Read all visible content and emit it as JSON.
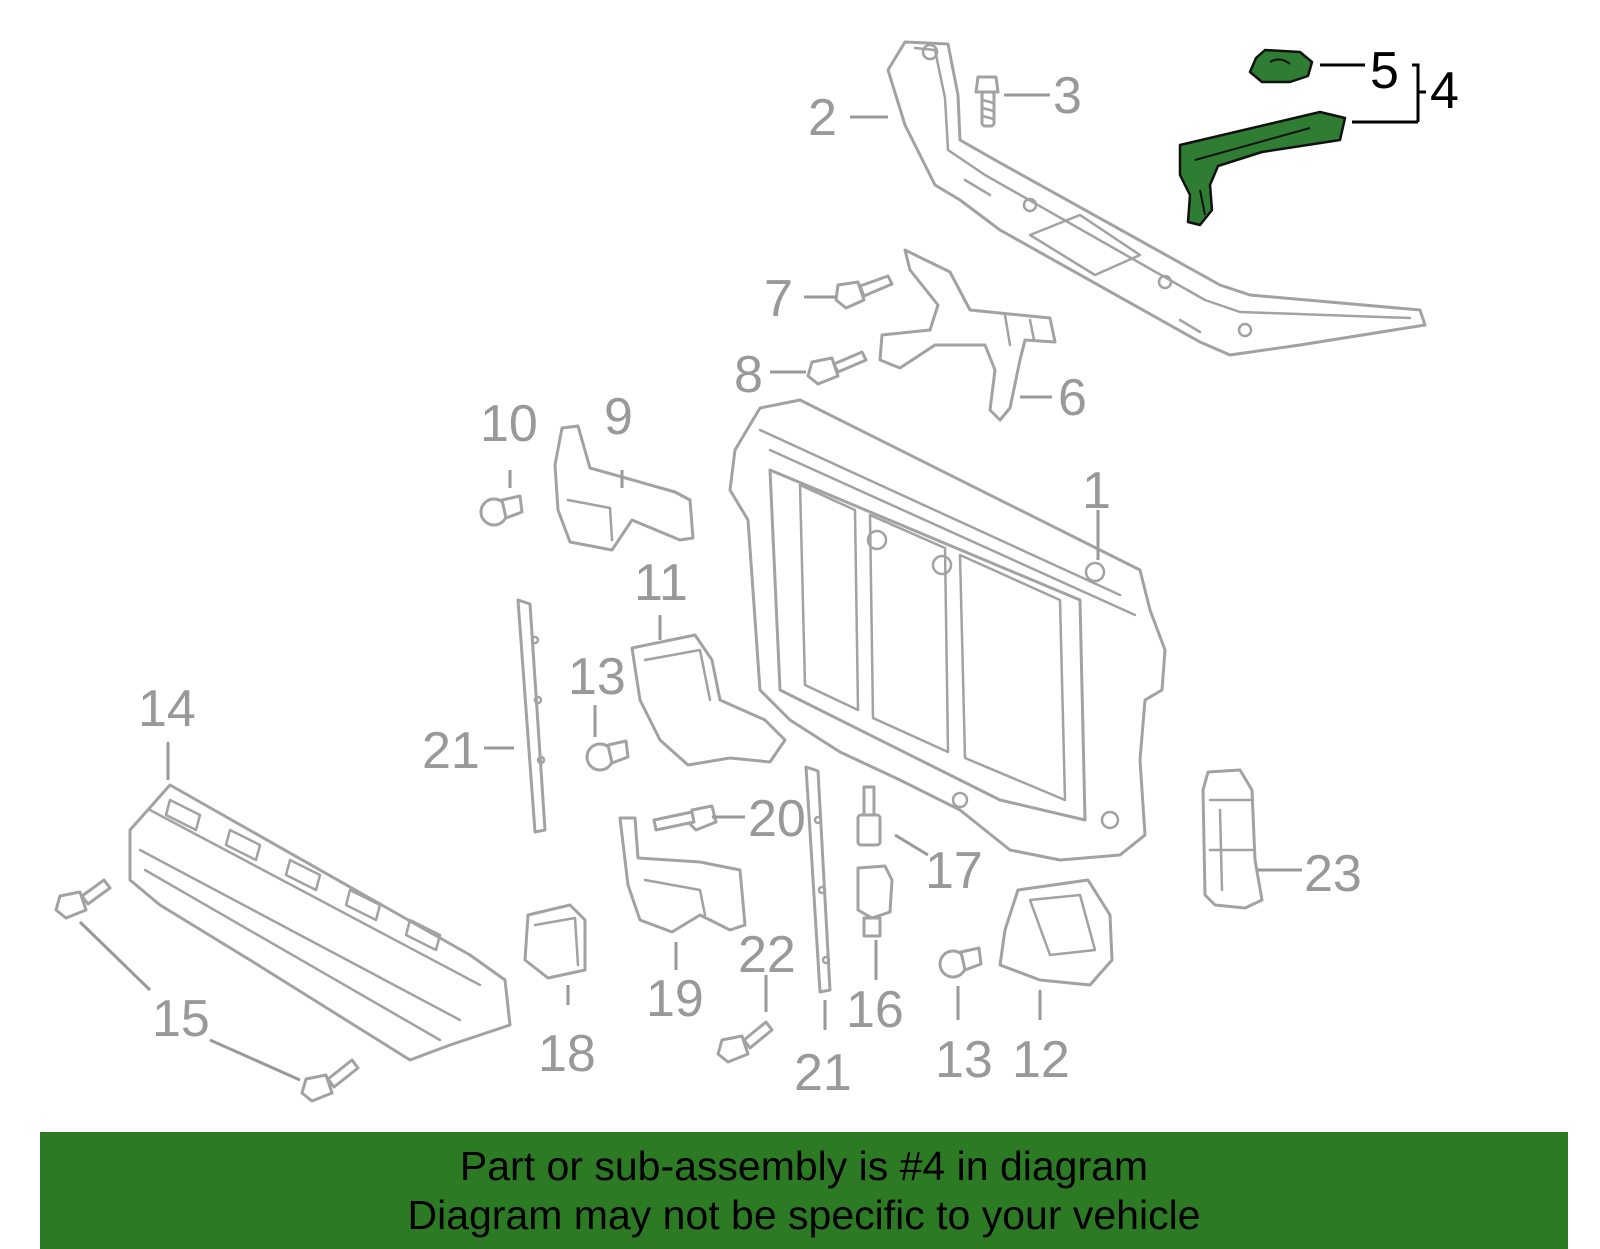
{
  "diagram": {
    "part_numbers": [
      "1",
      "2",
      "3",
      "4",
      "5",
      "6",
      "7",
      "8",
      "9",
      "10",
      "11",
      "12",
      "13",
      "13",
      "14",
      "15",
      "16",
      "17",
      "18",
      "19",
      "20",
      "21",
      "21",
      "22",
      "23"
    ],
    "highlighted_part": "4",
    "colors": {
      "part_outline": "#a2a2a2",
      "label_gray": "#999999",
      "highlight_fill": "#2e7d32",
      "highlight_label": "#000000"
    }
  },
  "footer": {
    "line1": "Part or sub-assembly is #4 in diagram",
    "line2": "Diagram may not be specific to your vehicle",
    "background": "#2c7a24"
  }
}
